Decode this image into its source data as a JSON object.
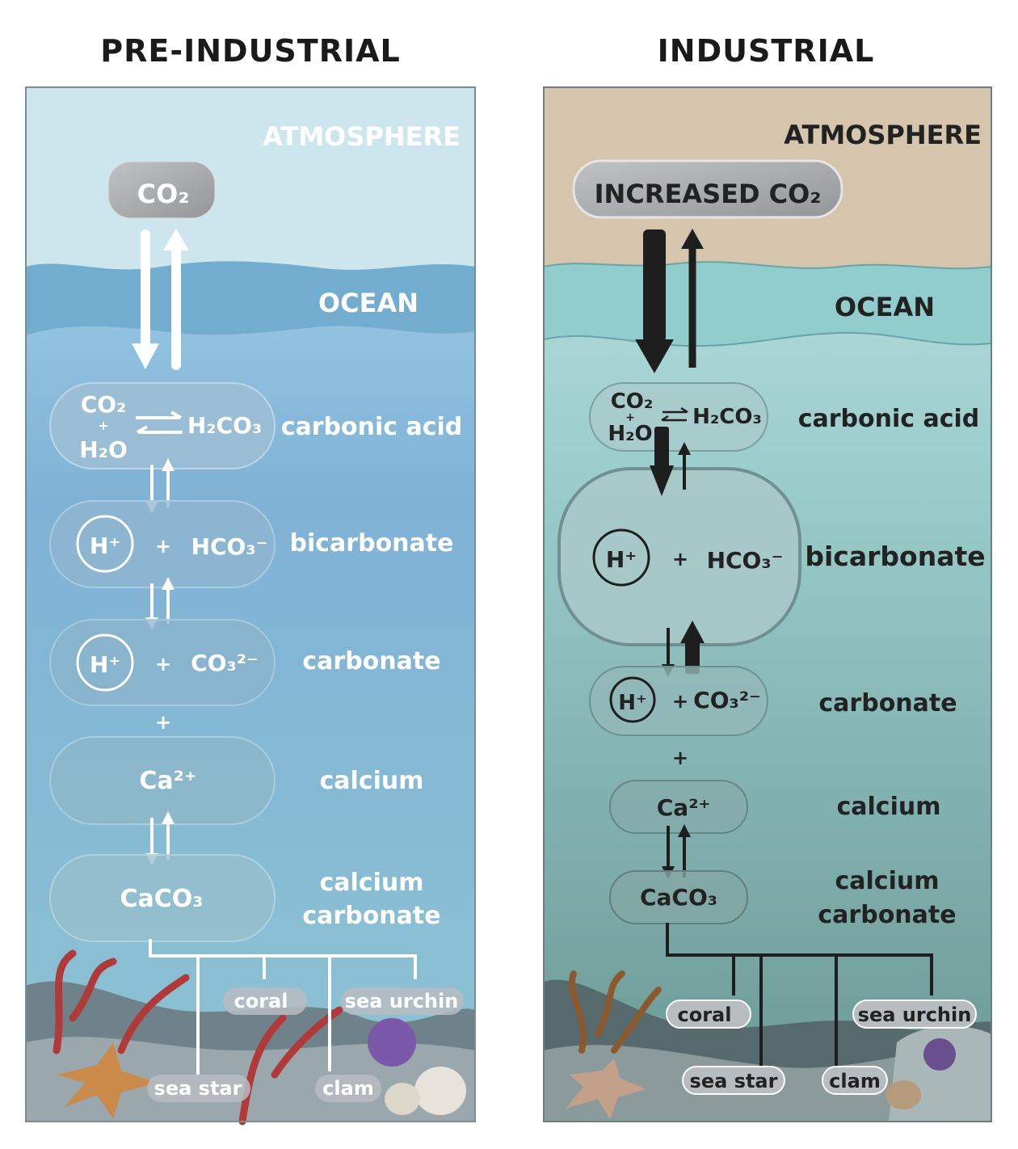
{
  "pre_industrial": {
    "title": "PRE-INDUSTRIAL",
    "atmosphere_label": "ATMOSPHERE",
    "ocean_label": "OCEAN",
    "co2_box": "CO₂",
    "carbonic": {
      "reactant1": "CO₂",
      "plus": "+",
      "reactant2": "H₂O",
      "product": "H₂CO₃",
      "label": "carbonic acid"
    },
    "bicarbonate": {
      "ion": "H⁺",
      "plus": "+",
      "species": "HCO₃⁻",
      "label": "bicarbonate"
    },
    "carbonate": {
      "ion": "H⁺",
      "plus": "+",
      "species": "CO₃²⁻",
      "label": "carbonate"
    },
    "between_plus": "+",
    "calcium": {
      "species": "Ca²⁺",
      "label": "calcium"
    },
    "calcium_carbonate": {
      "species": "CaCO₃",
      "label_line1": "calcium",
      "label_line2": "carbonate"
    },
    "organisms": [
      "coral",
      "sea urchin",
      "sea star",
      "clam"
    ]
  },
  "industrial": {
    "title": "INDUSTRIAL",
    "atmosphere_label": "ATMOSPHERE",
    "ocean_label": "OCEAN",
    "co2_box": "INCREASED CO₂",
    "carbonic": {
      "reactant1": "CO₂",
      "plus": "+",
      "reactant2": "H₂O",
      "product": "H₂CO₃",
      "label": "carbonic acid"
    },
    "bicarbonate": {
      "ion": "H⁺",
      "plus": "+",
      "species": "HCO₃⁻",
      "label": "bicarbonate"
    },
    "carbonate": {
      "ion": "H⁺",
      "plus": "+",
      "species": "CO₃²⁻",
      "label": "carbonate"
    },
    "between_plus": "+",
    "calcium": {
      "species": "Ca²⁺",
      "label": "calcium"
    },
    "calcium_carbonate": {
      "species": "CaCO₃",
      "label_line1": "calcium",
      "label_line2": "carbonate"
    },
    "organisms": [
      "coral",
      "sea urchin",
      "sea star",
      "clam"
    ]
  },
  "colors": {
    "pre_sky": "#cde6ee",
    "pre_band": "#72accf",
    "pre_ocean_top": "#acd7ee",
    "pre_ocean_bottom": "#8ac0d3",
    "ind_sky": "#d5c5ad",
    "ind_band": "#92cdcd",
    "ind_ocean_top": "#c4e3e2",
    "ind_ocean_bottom": "#6b9895"
  }
}
